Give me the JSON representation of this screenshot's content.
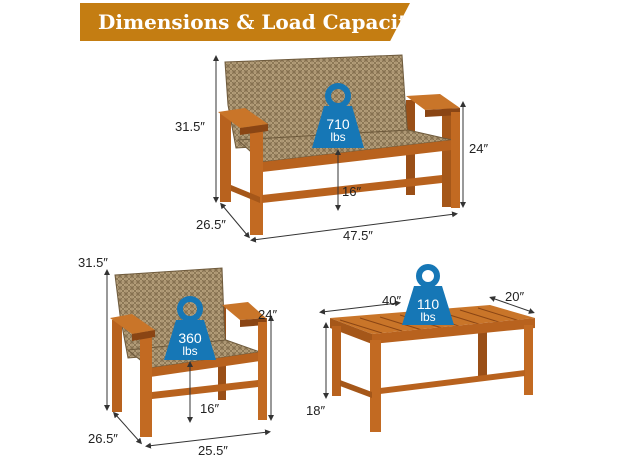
{
  "banner": {
    "title": "Dimensions & Load Capacity"
  },
  "colors": {
    "brand": "#c47d12",
    "weight_badge": "#1677b6",
    "wood": "#b8621e",
    "wood_dark": "#8a4514",
    "wicker": "#a08a68"
  },
  "loveseat": {
    "height": "31.5″",
    "arm_height": "24″",
    "seat_height": "16″",
    "depth": "26.5″",
    "width": "47.5″",
    "capacity": {
      "value": "710",
      "unit": "lbs"
    }
  },
  "chair": {
    "height": "31.5″",
    "arm_height": "24″",
    "seat_height": "16″",
    "depth": "26.5″",
    "width": "25.5″",
    "capacity": {
      "value": "360",
      "unit": "lbs"
    }
  },
  "table": {
    "length": "40″",
    "width": "20″",
    "height": "18″",
    "capacity": {
      "value": "110",
      "unit": "lbs"
    }
  }
}
